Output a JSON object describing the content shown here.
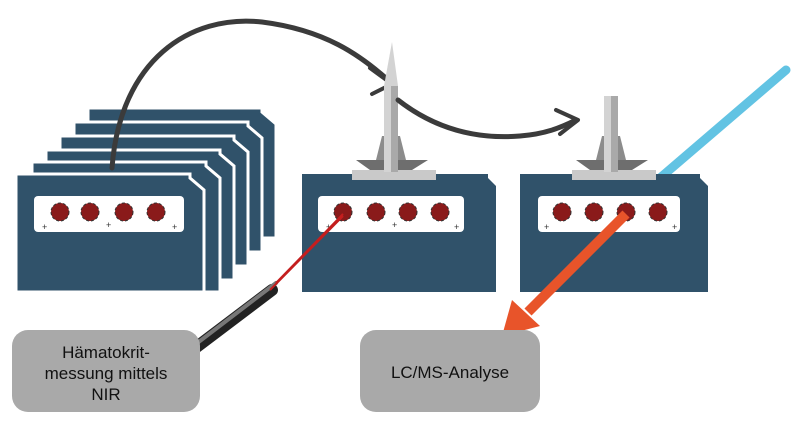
{
  "labels": {
    "nir": [
      "Hämatokrit-",
      "messung mittels",
      "NIR"
    ],
    "lcms": "LC/MS-Analyse"
  },
  "colors": {
    "card": "#30526a",
    "card_edge": "#ffffff",
    "spot_strip": "#ffffff",
    "spot_fill": "#8a1a1a",
    "spot_ring": "#333333",
    "arrow": "#3b3b3b",
    "label_box": "#a9a9a9",
    "laser": "#c41e1e",
    "probe_dark": "#222222",
    "probe_mid": "#777777",
    "solvent_line": "#62c3e3",
    "extraction_arrow": "#e8542a",
    "clamp_light": "#c9c9c9",
    "clamp_dark": "#6e6e6e",
    "needle": "#d3d3d3"
  },
  "icons": [
    "stacked-cards-icon",
    "needle-icon",
    "clamp-icon",
    "laser-probe-icon",
    "transfer-arrow-icon"
  ]
}
